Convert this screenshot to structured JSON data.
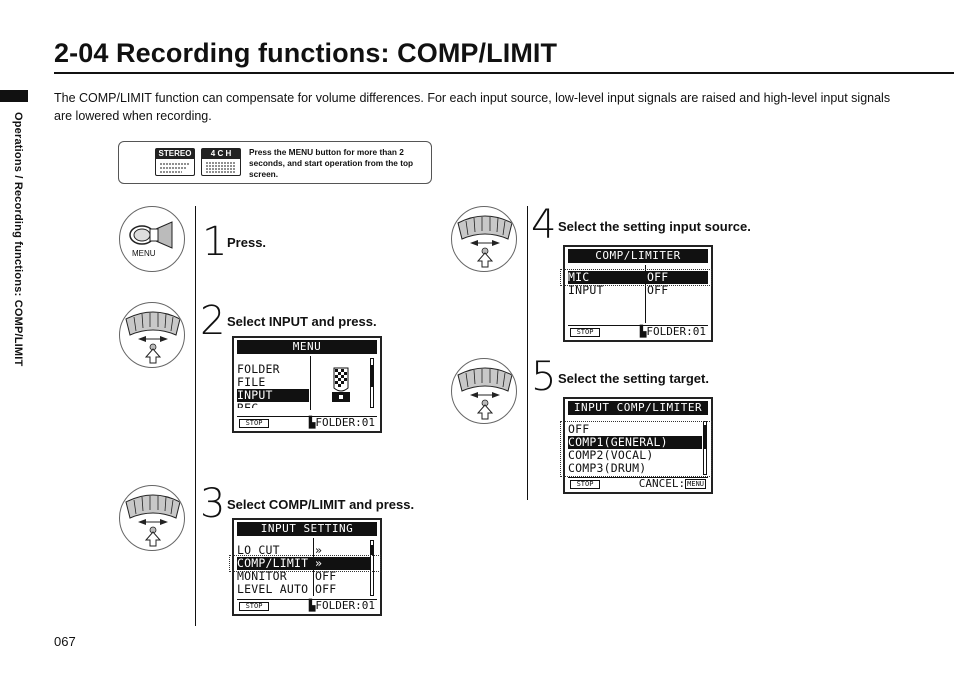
{
  "page": {
    "title": "2-04   Recording functions: COMP/LIMIT",
    "side_label": "Operations / Recording functions: COMP/LIMIT",
    "intro": "The COMP/LIMIT function can compensate for volume differences. For each input source, low-level input signals are raised and high-level input signals are lowered when recording.",
    "page_number": "067"
  },
  "mode_box": {
    "stereo_label": "STEREO",
    "fourch_label": "4 C H",
    "note": "Press the MENU button for more than 2 seconds, and start operation from the top screen."
  },
  "steps": [
    {
      "number": "1",
      "text": "Press.",
      "icon": "menu-button-icon",
      "icon_label": "MENU"
    },
    {
      "number": "2",
      "text": "Select INPUT and press.",
      "icon": "dial-icon"
    },
    {
      "number": "3",
      "text": "Select COMP/LIMIT and press.",
      "icon": "dial-icon"
    },
    {
      "number": "4",
      "text": "Select the setting input source.",
      "icon": "dial-icon"
    },
    {
      "number": "5",
      "text": "Select the setting target.",
      "icon": "dial-icon"
    }
  ],
  "screens": {
    "menu": {
      "header": "MENU",
      "rows": [
        "FOLDER",
        "FILE",
        "INPUT",
        "REC"
      ],
      "selected_index": 2,
      "stop": "STOP",
      "footer": "FOLDER:01"
    },
    "input_setting": {
      "header": "INPUT SETTING",
      "rows": [
        {
          "label": "LO CUT",
          "value": "»"
        },
        {
          "label": "COMP/LIMIT",
          "value": "»"
        },
        {
          "label": "MONITOR",
          "value": "OFF"
        },
        {
          "label": "LEVEL AUTO",
          "value": "OFF"
        }
      ],
      "selected_index": 1,
      "stop": "STOP",
      "footer": "FOLDER:01"
    },
    "comp_limiter": {
      "header": "COMP/LIMITER",
      "rows": [
        {
          "label": "MIC",
          "value": "OFF"
        },
        {
          "label": "INPUT",
          "value": "OFF"
        }
      ],
      "selected_index": 0,
      "stop": "STOP",
      "footer": "FOLDER:01"
    },
    "input_comp_limiter": {
      "header": "INPUT COMP/LIMITER",
      "rows": [
        "OFF",
        "COMP1(GENERAL)",
        "COMP2(VOCAL)",
        "COMP3(DRUM)"
      ],
      "selected_index": 1,
      "stop": "STOP",
      "footer": "CANCEL:",
      "footer_key": "MENU"
    }
  }
}
